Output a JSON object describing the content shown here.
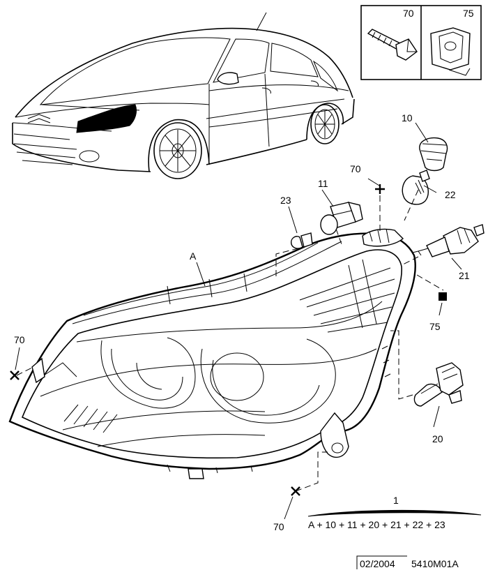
{
  "callouts": {
    "inset_bolt": "70",
    "inset_clip": "75",
    "bulb_holder_10": "10",
    "bulb_22": "22",
    "screw_70_top": "70",
    "socket_11": "11",
    "bulb_23": "23",
    "headlamp_a": "A",
    "bulb_21": "21",
    "clip_75": "75",
    "screw_70_left": "70",
    "bulb_20": "20",
    "screw_70_bottom": "70",
    "assembly_1": "1"
  },
  "assembly_formula": "A + 10 + 11 + 20 + 21 + 22 + 23",
  "footer": {
    "date": "02/2004",
    "reference": "5410M01A"
  }
}
